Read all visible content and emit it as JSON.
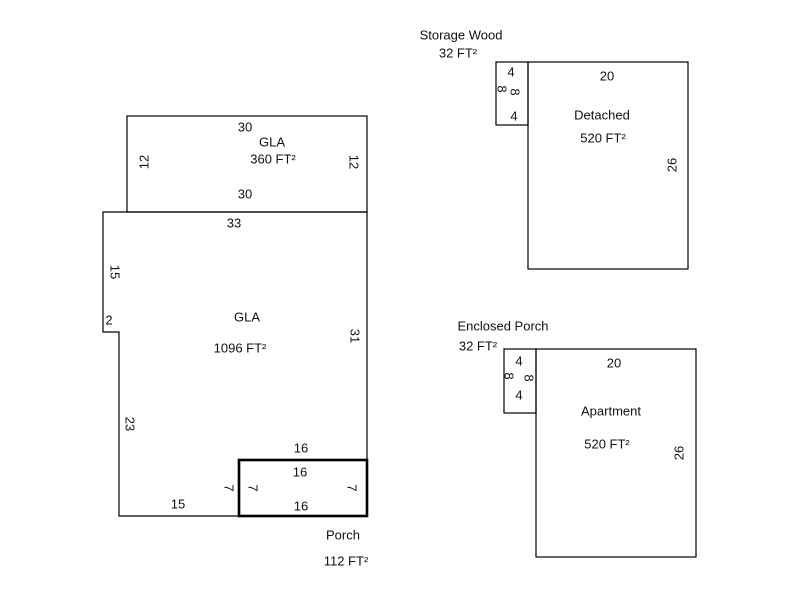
{
  "areas": {
    "gla_upper": {
      "name": "GLA",
      "area": "360 FT²",
      "dims": {
        "top": "30",
        "bottom": "30",
        "left": "12",
        "right": "12"
      }
    },
    "gla_main": {
      "name": "GLA",
      "area": "1096 FT²",
      "dims": {
        "top": "33",
        "left_upper": "15",
        "notch": "2",
        "left_lower": "23",
        "right": "31",
        "bottom": "15",
        "porch_side": "7",
        "above_porch": "16"
      }
    },
    "porch": {
      "name": "Porch",
      "area": "112 FT²",
      "dims": {
        "top": "16",
        "bottom": "16",
        "left": "7",
        "right": "7"
      }
    },
    "storage_wood": {
      "name": "Storage Wood",
      "area": "32 FT²",
      "dims": {
        "top": "4",
        "bottom": "4",
        "left": "8",
        "right": "8"
      }
    },
    "detached": {
      "name": "Detached",
      "area": "520 FT²",
      "dims": {
        "top": "20",
        "right": "26"
      }
    },
    "enclosed_porch": {
      "name": "Enclosed Porch",
      "area": "32 FT²",
      "dims": {
        "top": "4",
        "bottom": "4",
        "left": "8",
        "right": "8"
      }
    },
    "apartment": {
      "name": "Apartment",
      "area": "520 FT²",
      "dims": {
        "top": "20",
        "right": "26"
      }
    }
  }
}
